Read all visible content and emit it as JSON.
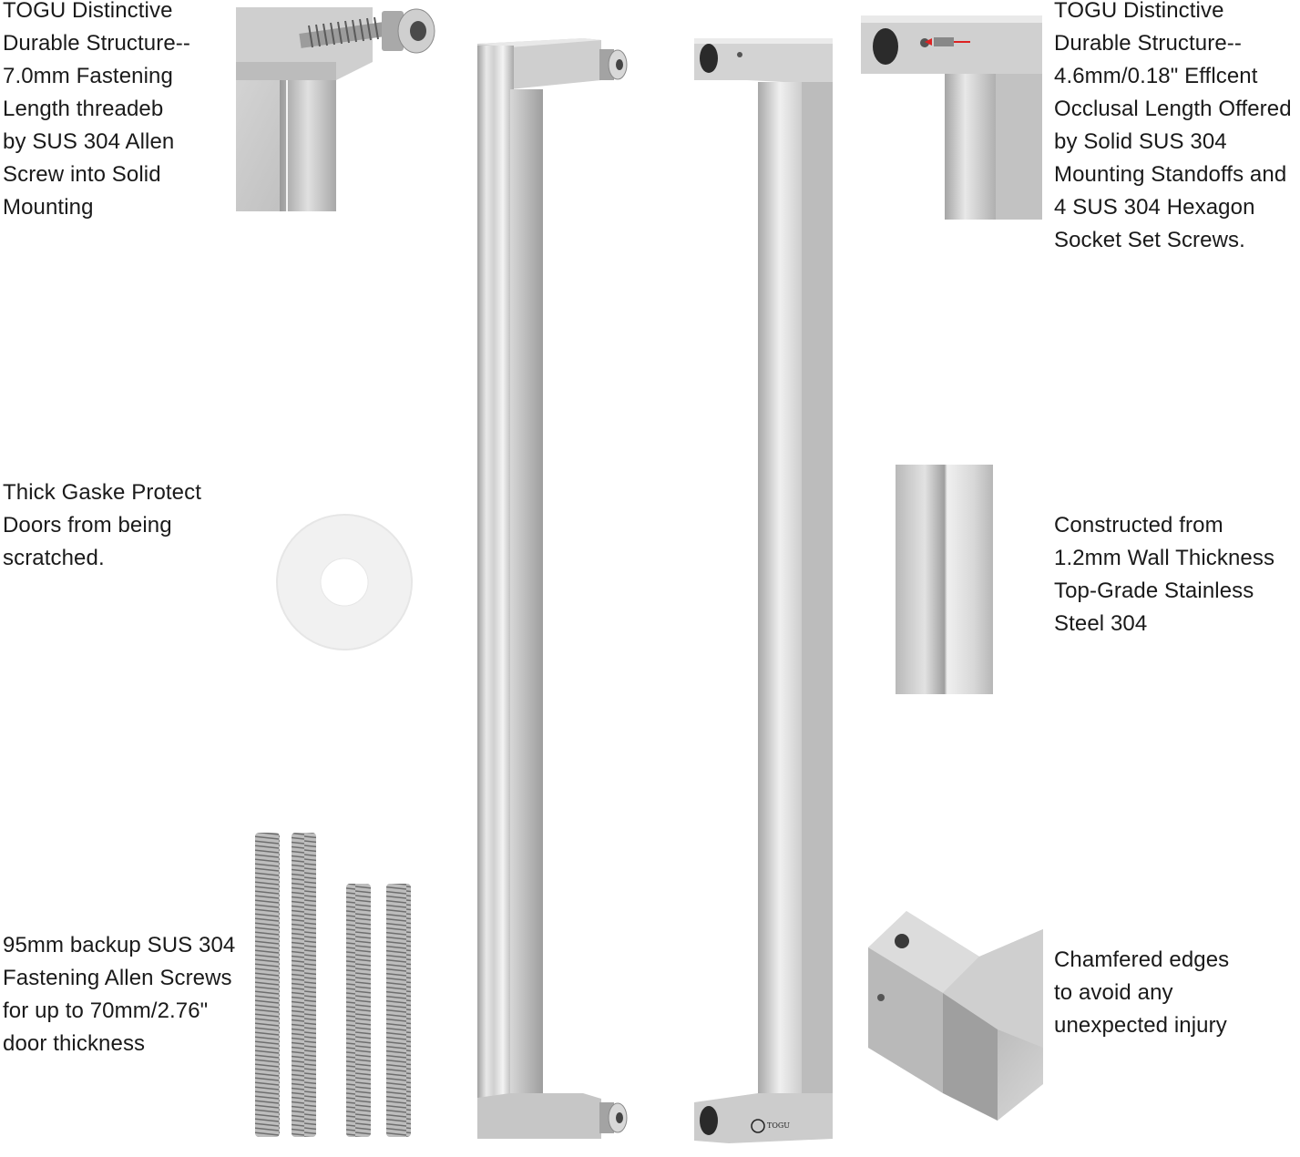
{
  "features": {
    "top_left": "TOGU Distinctive\nDurable Structure--\n7.0mm Fastening\nLength threadeb\nby SUS 304 Allen\nScrew into Solid\nMounting",
    "top_right": "TOGU Distinctive\nDurable Structure--\n4.6mm/0.18\" Efflcent\nOcclusal Length Offered\nby Solid SUS 304\nMounting Standoffs and\n4 SUS 304 Hexagon\nSocket Set Screws.",
    "mid_left": "Thick Gaske Protect\nDoors from being\nscratched.",
    "mid_right": "Constructed from\n1.2mm Wall Thickness\nTop-Grade Stainless\nSteel 304",
    "bottom_left": "95mm backup SUS 304\nFastening Allen Screws\nfor up to 70mm/2.76\"\ndoor thickness",
    "bottom_right": "Chamfered edges\nto avoid any\nunexpected injury"
  },
  "brand": {
    "logo_text": "TOGU"
  },
  "colors": {
    "steel_light": "#e6e6e6",
    "steel_mid": "#bdbdbd",
    "steel_dark": "#8a8a8a",
    "gasket": "#f2f2f2"
  },
  "icons": [
    "allen-screw-icon",
    "gasket-washer-icon",
    "threaded-rod-icon",
    "togu-logo-icon"
  ]
}
